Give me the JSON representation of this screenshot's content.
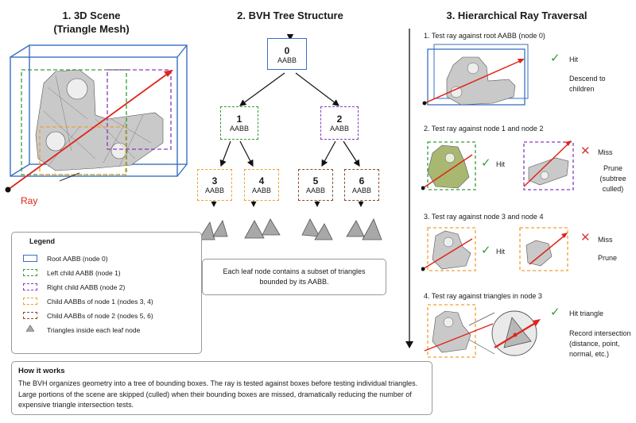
{
  "titles": {
    "scene_line1": "1. 3D Scene",
    "scene_line2": "(Triangle Mesh)",
    "bvh": "2. BVH Tree Structure",
    "traversal": "3. Hierarchical Ray Traversal"
  },
  "colors": {
    "root": "#3a6fc4",
    "left": "#3a9a3a",
    "right": "#8a3ac0",
    "child1": "#f0a030",
    "child2": "#8b4a2a",
    "ray": "#e0241a",
    "hit": "#3a9a3a",
    "miss": "#d83a3a"
  },
  "scene": {
    "ray_label": "Ray"
  },
  "tree": {
    "root": {
      "num": "0",
      "label": "AABB"
    },
    "n1": {
      "num": "1",
      "label": "AABB"
    },
    "n2": {
      "num": "2",
      "label": "AABB"
    },
    "n3": {
      "num": "3",
      "label": "AABB"
    },
    "n4": {
      "num": "4",
      "label": "AABB"
    },
    "n5": {
      "num": "5",
      "label": "AABB"
    },
    "n6": {
      "num": "6",
      "label": "AABB"
    }
  },
  "note": "Each leaf node contains a subset of triangles bounded by its AABB.",
  "legend": {
    "title": "Legend",
    "items": [
      "Root AABB (node 0)",
      "Left child AABB (node 1)",
      "Right child AABB (node 2)",
      "Child AABBs of node 1 (nodes 3, 4)",
      "Child AABBs of node 2 (nodes 5, 6)",
      "Triangles inside each leaf node"
    ]
  },
  "how": {
    "title": "How it works",
    "text": "The BVH organizes geometry into a tree of bounding boxes. The ray is tested against boxes before testing individual triangles. Large portions of the scene are skipped (culled) when their bounding boxes are missed, dramatically reducing the number of expensive triangle intersection tests."
  },
  "steps": [
    {
      "label": "1.  Test ray against root AABB (node 0)",
      "result": "Hit",
      "detail": "Descend to children"
    },
    {
      "label": "2.  Test ray against node 1 and node 2",
      "hit": "Hit",
      "miss": "Miss",
      "miss_detail": "Prune (subtree culled)"
    },
    {
      "label": "3.  Test ray against node 3 and node 4",
      "hit": "Hit",
      "miss": "Miss",
      "miss_detail": "Prune"
    },
    {
      "label": "4.  Test ray against triangles in node 3",
      "result": "Hit triangle",
      "detail": "Record intersection (distance, point, normal, etc.)"
    }
  ],
  "icons": {
    "check": "check-icon",
    "cross": "cross-icon",
    "arrow": "down-arrow-icon",
    "triangle": "triangle-icon"
  }
}
